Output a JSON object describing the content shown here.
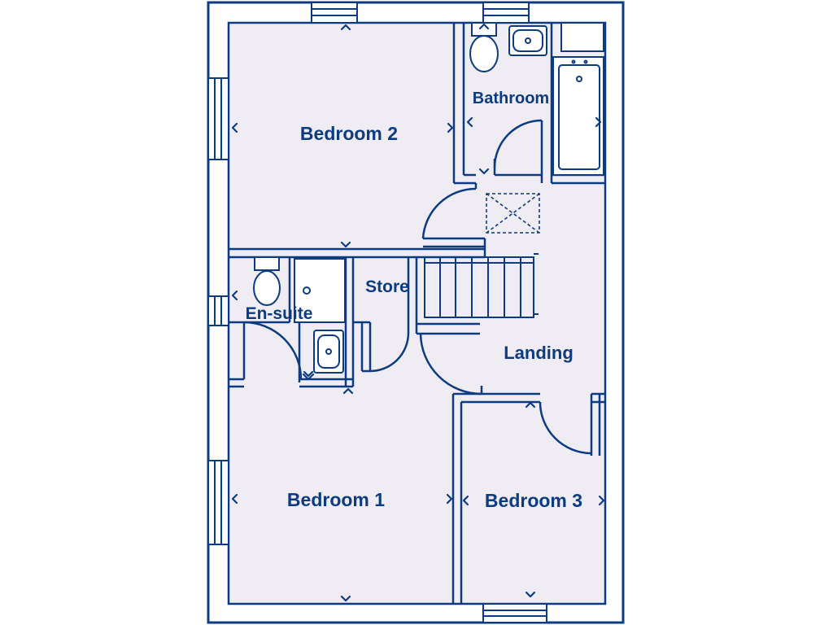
{
  "colors": {
    "wall": "#0d3b82",
    "floor": "#efedf3",
    "background": "#ffffff"
  },
  "rooms": {
    "bedroom2": "Bedroom 2",
    "bathroom": "Bathroom",
    "store": "Store",
    "ensuite": "En-suite",
    "landing": "Landing",
    "bedroom1": "Bedroom 1",
    "bedroom3": "Bedroom 3"
  },
  "icons": [
    "window-icon",
    "door-swing-icon",
    "toilet-icon",
    "basin-icon",
    "shower-tray-icon",
    "bath-icon",
    "loft-hatch-icon",
    "stairs-icon",
    "dimension-marker-icon"
  ]
}
